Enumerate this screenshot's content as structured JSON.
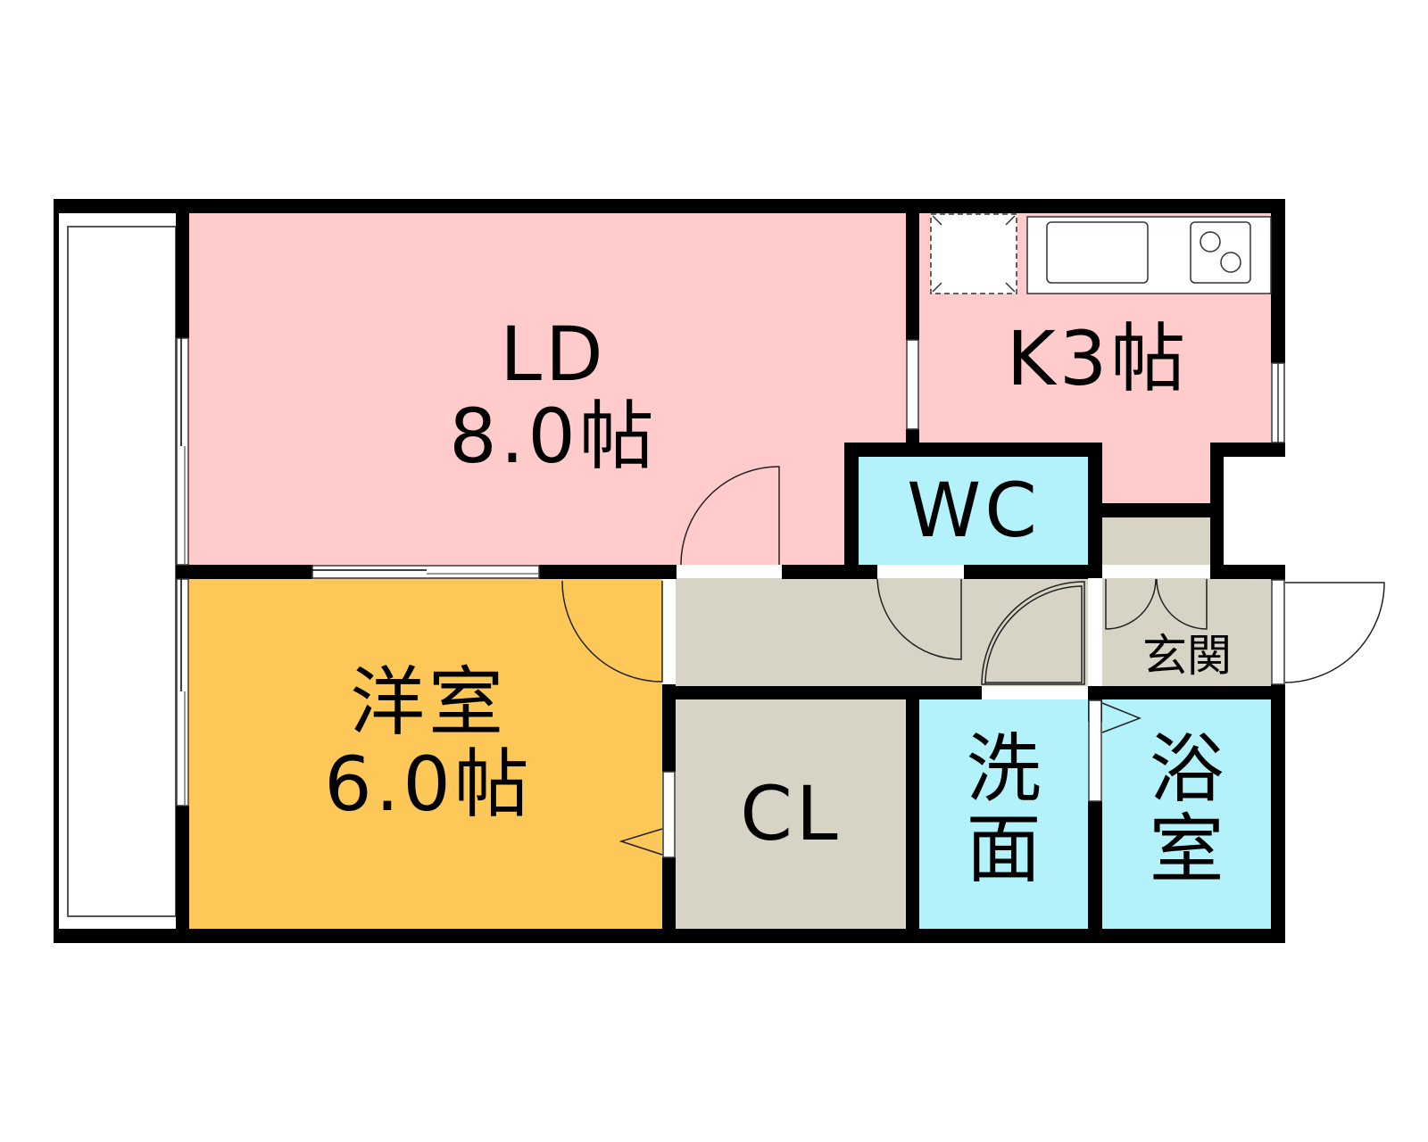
{
  "floor_plan": {
    "colors": {
      "ld_kitchen": "#ffcbcb",
      "western_room": "#fdc857",
      "wet_areas": "#b3f1fb",
      "utility": "#d7d3c5",
      "wall": "#000000",
      "opening": "#ffffff"
    },
    "rooms": {
      "ld": {
        "name": "LD",
        "size": "8.0帖"
      },
      "kitchen": {
        "name": "K",
        "size": "3帖",
        "label": "K3帖"
      },
      "wc": {
        "name": "WC"
      },
      "western": {
        "name": "洋室",
        "size": "6.0帖"
      },
      "closet": {
        "name": "CL"
      },
      "washroom": {
        "name": "洗面",
        "char1": "洗",
        "char2": "面"
      },
      "bath": {
        "name": "浴室",
        "char1": "浴",
        "char2": "室"
      },
      "entrance": {
        "name": "玄関"
      },
      "balcony": {
        "name": ""
      }
    },
    "fixtures": [
      "refrigerator-space-icon",
      "sink-icon",
      "two-burner-stove-icon"
    ]
  }
}
